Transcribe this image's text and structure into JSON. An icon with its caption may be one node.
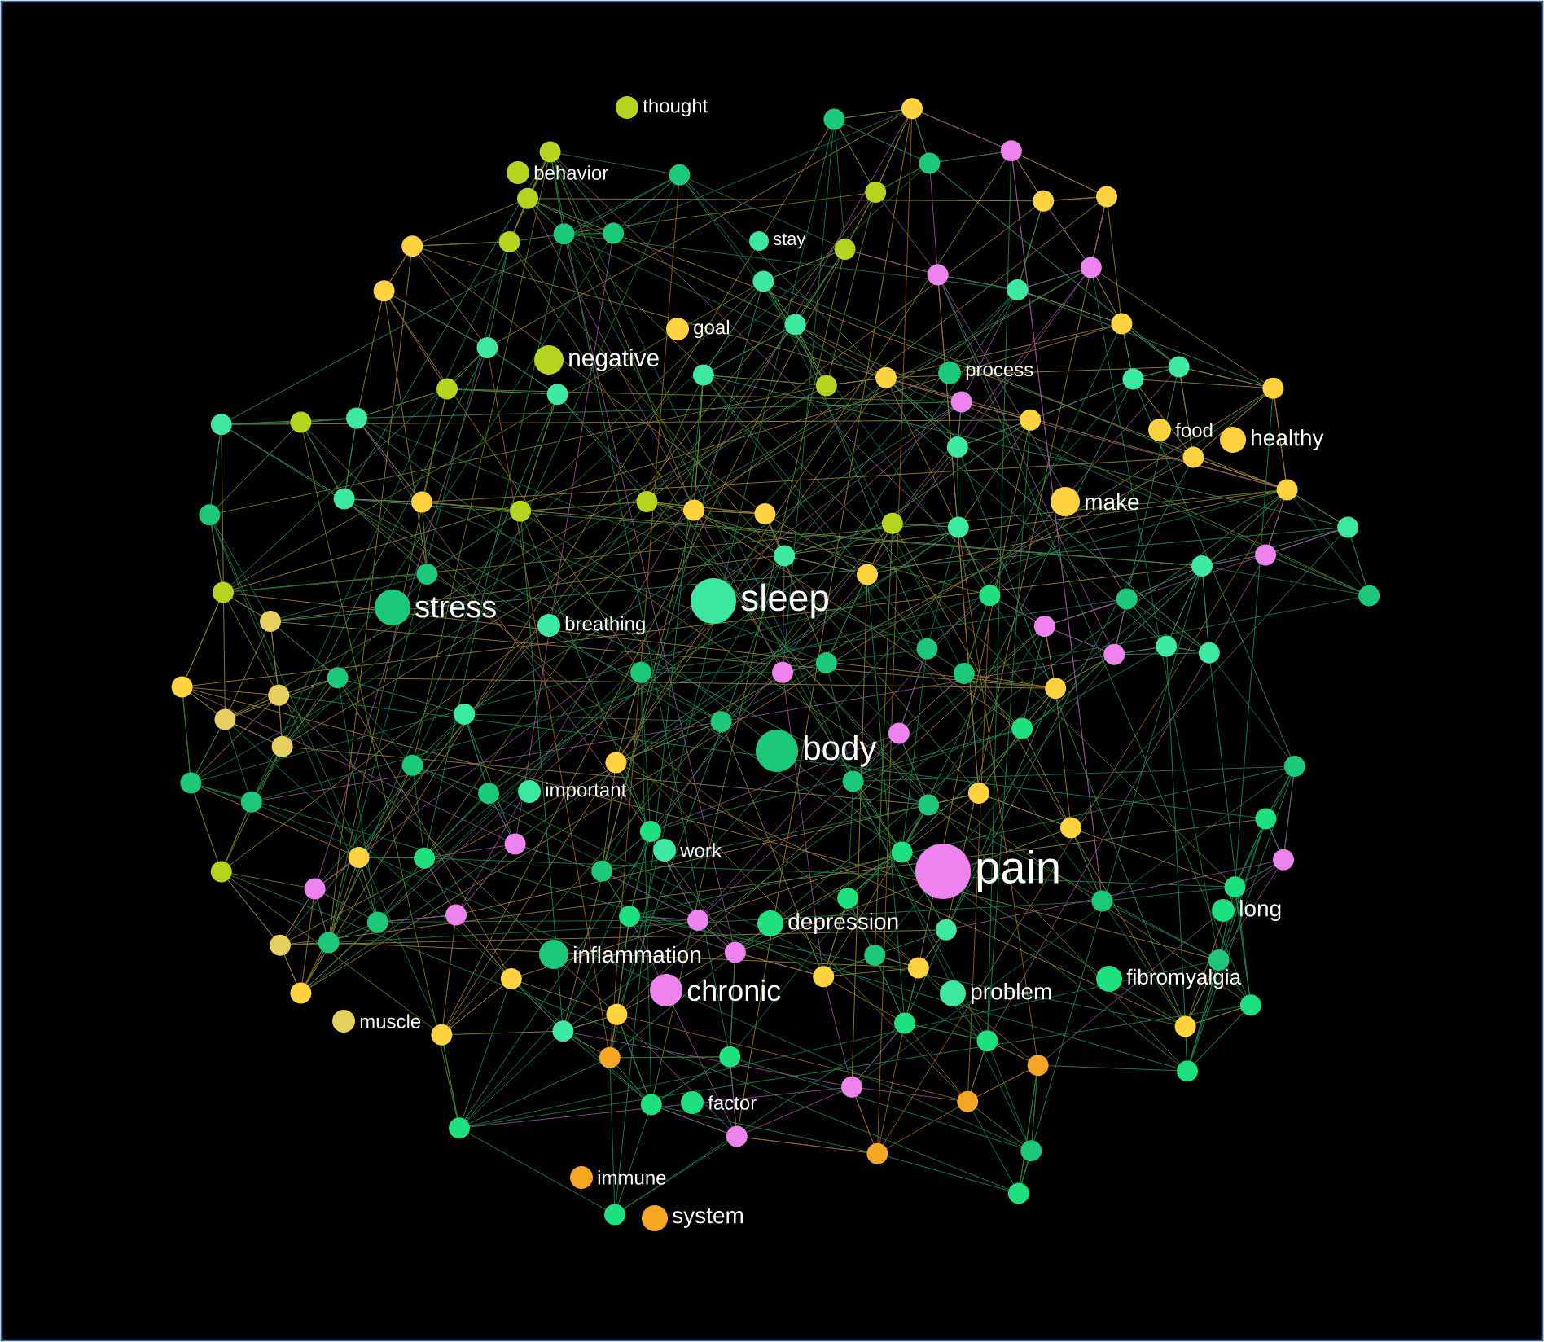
{
  "diagram": {
    "nodes": [
      {
        "text": [
          "thought"
        ]
      },
      {
        "text": [
          "behavior"
        ]
      },
      {
        "text": [
          "stay"
        ]
      },
      {
        "text": [
          "goal"
        ]
      },
      {
        "text": [
          "negative"
        ]
      },
      {
        "text": [
          "process"
        ]
      },
      {
        "text": [
          "food"
        ]
      },
      {
        "text": [
          "healthy"
        ]
      },
      {
        "text": [
          "make"
        ]
      },
      {
        "text": [
          "stress"
        ]
      },
      {
        "text": [
          "breathing"
        ]
      },
      {
        "text": [
          "sleep"
        ]
      },
      {
        "text": [
          "body"
        ]
      },
      {
        "text": [
          "important"
        ]
      },
      {
        "text": [
          "work"
        ]
      },
      {
        "text": [
          "pain"
        ]
      },
      {
        "text": [
          "depression"
        ]
      },
      {
        "text": [
          "long"
        ]
      },
      {
        "text": [
          "inflammation"
        ]
      },
      {
        "text": [
          "chronic"
        ]
      },
      {
        "text": [
          "problem"
        ]
      },
      {
        "text": [
          "fibromyalgia"
        ]
      },
      {
        "text": [
          "muscle"
        ]
      },
      {
        "text": [
          "factor"
        ]
      },
      {
        "text": [
          "immune"
        ]
      },
      {
        "text": [
          "system"
        ]
      },
      {
        "text": [],
        "shape": "circle"
      },
      {
        "text": [],
        "shape": "circle"
      },
      {
        "text": [],
        "shape": "circle"
      },
      {
        "text": [],
        "shape": "circle"
      },
      {
        "text": [],
        "shape": "circle"
      },
      {
        "text": [],
        "shape": "circle"
      },
      {
        "text": [],
        "shape": "circle"
      },
      {
        "text": [],
        "shape": "circle"
      },
      {
        "text": [],
        "shape": "circle"
      },
      {
        "text": [],
        "shape": "circle"
      },
      {
        "text": [],
        "shape": "circle"
      },
      {
        "text": [],
        "shape": "circle"
      },
      {
        "text": [],
        "shape": "circle"
      },
      {
        "text": [],
        "shape": "circle"
      },
      {
        "text": [],
        "shape": "circle"
      },
      {
        "text": [],
        "shape": "circle"
      },
      {
        "text": [],
        "shape": "circle"
      },
      {
        "text": [],
        "shape": "circle"
      },
      {
        "text": [],
        "shape": "circle"
      },
      {
        "text": [],
        "shape": "circle"
      },
      {
        "text": [],
        "shape": "circle"
      },
      {
        "text": [],
        "shape": "circle"
      },
      {
        "text": [],
        "shape": "circle"
      },
      {
        "text": [],
        "shape": "circle"
      },
      {
        "text": [],
        "shape": "circle"
      },
      {
        "text": [],
        "shape": "circle"
      },
      {
        "text": [],
        "shape": "circle"
      },
      {
        "text": [],
        "shape": "circle"
      },
      {
        "text": [],
        "shape": "circle"
      },
      {
        "text": [],
        "shape": "circle"
      },
      {
        "text": [],
        "shape": "circle"
      },
      {
        "text": [],
        "shape": "circle"
      },
      {
        "text": [],
        "shape": "circle"
      },
      {
        "text": [],
        "shape": "circle"
      },
      {
        "text": [],
        "shape": "circle"
      },
      {
        "text": [],
        "shape": "circle"
      },
      {
        "text": [],
        "shape": "circle"
      },
      {
        "text": [],
        "shape": "circle"
      },
      {
        "text": [],
        "shape": "circle"
      },
      {
        "text": [],
        "shape": "circle"
      },
      {
        "text": [],
        "shape": "circle"
      },
      {
        "text": [],
        "shape": "circle"
      },
      {
        "text": [],
        "shape": "circle"
      },
      {
        "text": [],
        "shape": "circle"
      },
      {
        "text": [],
        "shape": "circle"
      },
      {
        "text": [],
        "shape": "circle"
      },
      {
        "text": [],
        "shape": "circle"
      },
      {
        "text": [],
        "shape": "circle"
      },
      {
        "text": [],
        "shape": "circle"
      },
      {
        "text": [],
        "shape": "circle"
      },
      {
        "text": [],
        "shape": "circle"
      },
      {
        "text": [],
        "shape": "circle"
      },
      {
        "text": [],
        "shape": "circle"
      },
      {
        "text": [],
        "shape": "circle"
      },
      {
        "text": [],
        "shape": "circle"
      },
      {
        "text": [],
        "shape": "circle"
      },
      {
        "text": [],
        "shape": "circle"
      },
      {
        "text": [],
        "shape": "circle"
      },
      {
        "text": [],
        "shape": "circle"
      },
      {
        "text": [],
        "shape": "circle"
      },
      {
        "text": [],
        "shape": "circle"
      },
      {
        "text": [],
        "shape": "circle"
      },
      {
        "text": [],
        "shape": "circle"
      },
      {
        "text": [],
        "shape": "circle"
      },
      {
        "text": [],
        "shape": "circle"
      },
      {
        "text": [],
        "shape": "circle"
      },
      {
        "text": [],
        "shape": "circle"
      },
      {
        "text": [],
        "shape": "circle"
      },
      {
        "text": [],
        "shape": "circle"
      },
      {
        "text": [],
        "shape": "circle"
      },
      {
        "text": [],
        "shape": "circle"
      },
      {
        "text": [],
        "shape": "circle"
      },
      {
        "text": [],
        "shape": "circle"
      },
      {
        "text": [],
        "shape": "circle"
      },
      {
        "text": [],
        "shape": "circle"
      },
      {
        "text": [],
        "shape": "circle"
      },
      {
        "text": [],
        "shape": "circle"
      },
      {
        "text": [],
        "shape": "circle"
      },
      {
        "text": [],
        "shape": "circle"
      },
      {
        "text": [],
        "shape": "circle"
      },
      {
        "text": [],
        "shape": "circle"
      },
      {
        "text": [],
        "shape": "circle"
      },
      {
        "text": [],
        "shape": "circle"
      },
      {
        "text": [],
        "shape": "circle"
      },
      {
        "text": [],
        "shape": "circle"
      },
      {
        "text": [],
        "shape": "circle"
      },
      {
        "text": [],
        "shape": "circle"
      },
      {
        "text": [],
        "shape": "circle"
      },
      {
        "text": [],
        "shape": "circle"
      },
      {
        "text": [],
        "shape": "circle"
      },
      {
        "text": [],
        "shape": "circle"
      },
      {
        "text": [],
        "shape": "circle"
      },
      {
        "text": [],
        "shape": "circle"
      },
      {
        "text": [],
        "shape": "circle"
      },
      {
        "text": [],
        "shape": "circle"
      },
      {
        "text": [],
        "shape": "circle"
      },
      {
        "text": [],
        "shape": "circle"
      },
      {
        "text": [],
        "shape": "circle"
      },
      {
        "text": [],
        "shape": "circle"
      },
      {
        "text": [],
        "shape": "circle"
      },
      {
        "text": [],
        "shape": "circle"
      },
      {
        "text": [],
        "shape": "circle"
      },
      {
        "text": [],
        "shape": "circle"
      },
      {
        "text": [],
        "shape": "circle"
      },
      {
        "text": [],
        "shape": "circle"
      },
      {
        "text": [],
        "shape": "circle"
      },
      {
        "text": [],
        "shape": "circle"
      },
      {
        "text": [],
        "shape": "circle"
      },
      {
        "text": [],
        "shape": "circle"
      },
      {
        "text": [],
        "shape": "circle"
      },
      {
        "text": [],
        "shape": "circle"
      },
      {
        "text": [],
        "shape": "circle"
      },
      {
        "text": [],
        "shape": "circle"
      },
      {
        "text": [],
        "shape": "circle"
      },
      {
        "text": [],
        "shape": "circle"
      },
      {
        "text": [],
        "shape": "circle"
      },
      {
        "text": [],
        "shape": "circle"
      },
      {
        "text": [],
        "shape": "circle"
      },
      {
        "text": [],
        "shape": "circle"
      },
      {
        "text": [],
        "shape": "circle"
      },
      {
        "text": [],
        "shape": "circle"
      },
      {
        "text": [],
        "shape": "circle"
      },
      {
        "text": [],
        "shape": "circle"
      },
      {
        "text": [],
        "shape": "circle"
      },
      {
        "text": [],
        "shape": "circle"
      },
      {
        "text": [],
        "shape": "circle"
      },
      {
        "text": [],
        "shape": "circle"
      },
      {
        "text": [],
        "shape": "circle"
      },
      {
        "text": [],
        "shape": "circle"
      },
      {
        "text": [],
        "shape": "circle"
      },
      {
        "text": [],
        "shape": "circle"
      },
      {
        "text": [],
        "shape": "circle"
      },
      {
        "text": [],
        "shape": "circle"
      },
      {
        "text": [],
        "shape": "circle"
      },
      {
        "text": [],
        "shape": "circle"
      }
    ]
  }
}
